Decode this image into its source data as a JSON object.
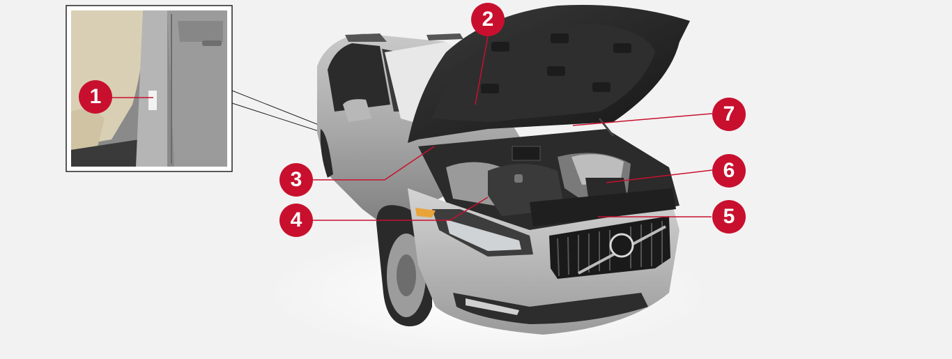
{
  "callouts": [
    {
      "id": "1",
      "label": "1"
    },
    {
      "id": "2",
      "label": "2"
    },
    {
      "id": "3",
      "label": "3"
    },
    {
      "id": "4",
      "label": "4"
    },
    {
      "id": "5",
      "label": "5"
    },
    {
      "id": "6",
      "label": "6"
    },
    {
      "id": "7",
      "label": "7"
    }
  ],
  "colors": {
    "callout_fill": "#c8102e",
    "leader_line": "#c8102e",
    "background": "#f2f2f2"
  }
}
